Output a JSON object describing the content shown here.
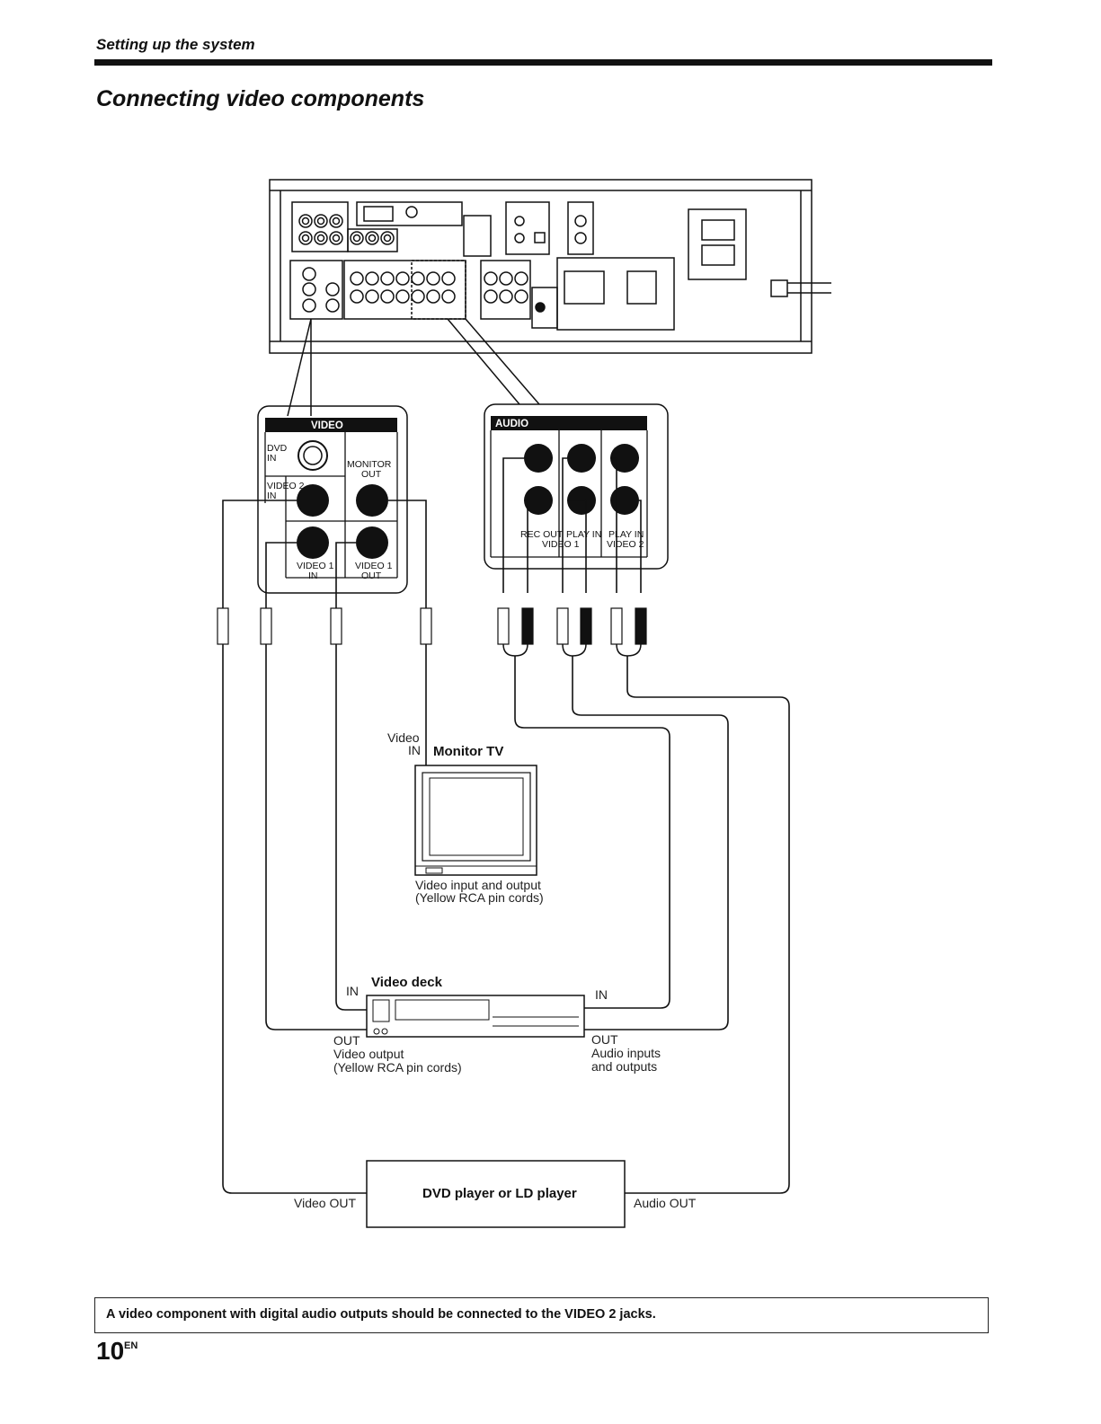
{
  "header": {
    "section": "Setting up the system",
    "title": "Connecting video components"
  },
  "diagram": {
    "video_panel": {
      "title": "VIDEO",
      "dvd_in": [
        "DVD",
        "IN"
      ],
      "monitor_out": [
        "MONITOR",
        "OUT"
      ],
      "video2_in": [
        "VIDEO 2",
        "IN"
      ],
      "video1_in": [
        "VIDEO 1",
        "IN"
      ],
      "video1_out": [
        "VIDEO 1",
        "OUT"
      ]
    },
    "audio_panel": {
      "title": "AUDIO",
      "rec_out": "REC OUT",
      "play_in_1": "PLAY IN",
      "play_in_2": "PLAY IN",
      "video1": "VIDEO 1",
      "video2": "VIDEO 2"
    },
    "monitor_tv": {
      "name": "Monitor TV",
      "input_label": [
        "Video",
        "IN"
      ]
    },
    "video_cords_note": [
      "Video input and output",
      "(Yellow RCA pin cords)"
    ],
    "video_deck": {
      "name": "Video deck",
      "in_left": "IN",
      "in_right": "IN",
      "out_left": "OUT",
      "out_right": "OUT"
    },
    "video_output_note": [
      "Video output",
      "(Yellow RCA pin cords)"
    ],
    "audio_io_note": [
      "Audio inputs",
      "and outputs"
    ],
    "player": {
      "name": "DVD player or LD player",
      "video_out": "Video OUT",
      "audio_out": "Audio OUT"
    }
  },
  "footer": {
    "note": "A video component with digital audio outputs should be connected to the VIDEO 2 jacks.",
    "page_number": "10",
    "page_lang": "EN"
  }
}
